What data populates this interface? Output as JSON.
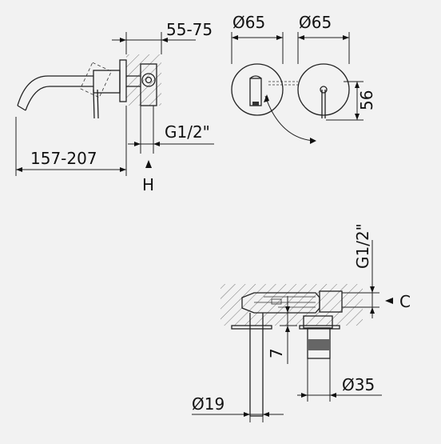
{
  "dimensions": {
    "wall_depth": "55-75",
    "plate_diameter_left": "Ø65",
    "plate_diameter_right": "Ø65",
    "vertical_spacing": "56",
    "projection": "157-207",
    "thread_top": "G1/2\"",
    "thread_bottom": "G1/2\"",
    "height_marker": "H",
    "cover_marker": "C",
    "offset": "7",
    "spout_diameter": "Ø19",
    "lever_diameter": "Ø35"
  }
}
